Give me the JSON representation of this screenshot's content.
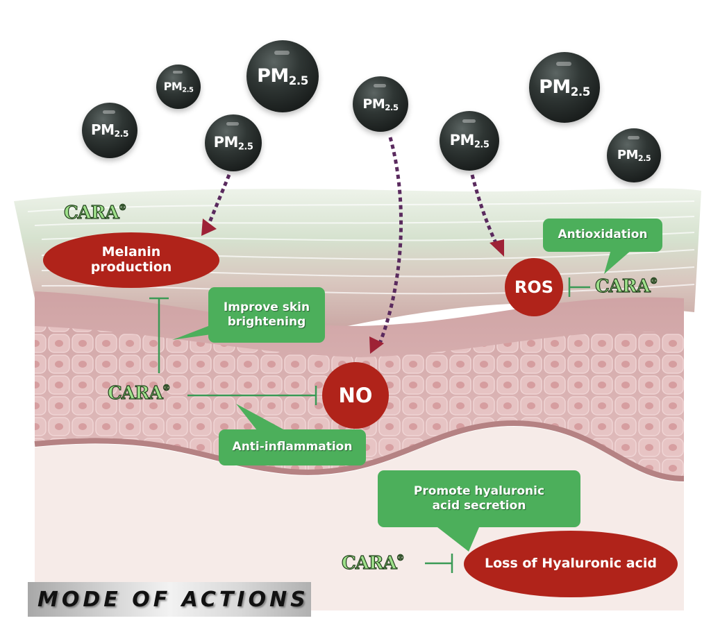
{
  "title": "MODE OF ACTIONS",
  "particles": [
    {
      "label": "PM",
      "sub": "2.5"
    },
    {
      "label": "PM",
      "sub": "2.5"
    },
    {
      "label": "PM",
      "sub": "2.5"
    },
    {
      "label": "PM",
      "sub": "2.5"
    },
    {
      "label": "PM",
      "sub": "2.5"
    },
    {
      "label": "PM",
      "sub": "2.5"
    },
    {
      "label": "PM",
      "sub": "2.5"
    },
    {
      "label": "PM",
      "sub": "2.5"
    }
  ],
  "brand": {
    "name": "CARA",
    "mark": "®"
  },
  "targets": {
    "melanin": "Melanin production",
    "melanin_line1": "Melanin",
    "melanin_line2": "production",
    "ros": "ROS",
    "no": "NO",
    "hyaluronic": "Loss of Hyaluronic acid"
  },
  "callouts": {
    "antioxidation": "Antioxidation",
    "brightening_line1": "Improve skin",
    "brightening_line2": "brightening",
    "anti_inflammation": "Anti-inflammation",
    "hyaluronic_line1": "Promote hyaluronic",
    "hyaluronic_line2": "acid secretion"
  },
  "colors": {
    "target_red": "#b0231a",
    "callout_green": "#4caf5b",
    "inhibit_line": "#3a9a55",
    "particle_dark": "#1f2423"
  }
}
